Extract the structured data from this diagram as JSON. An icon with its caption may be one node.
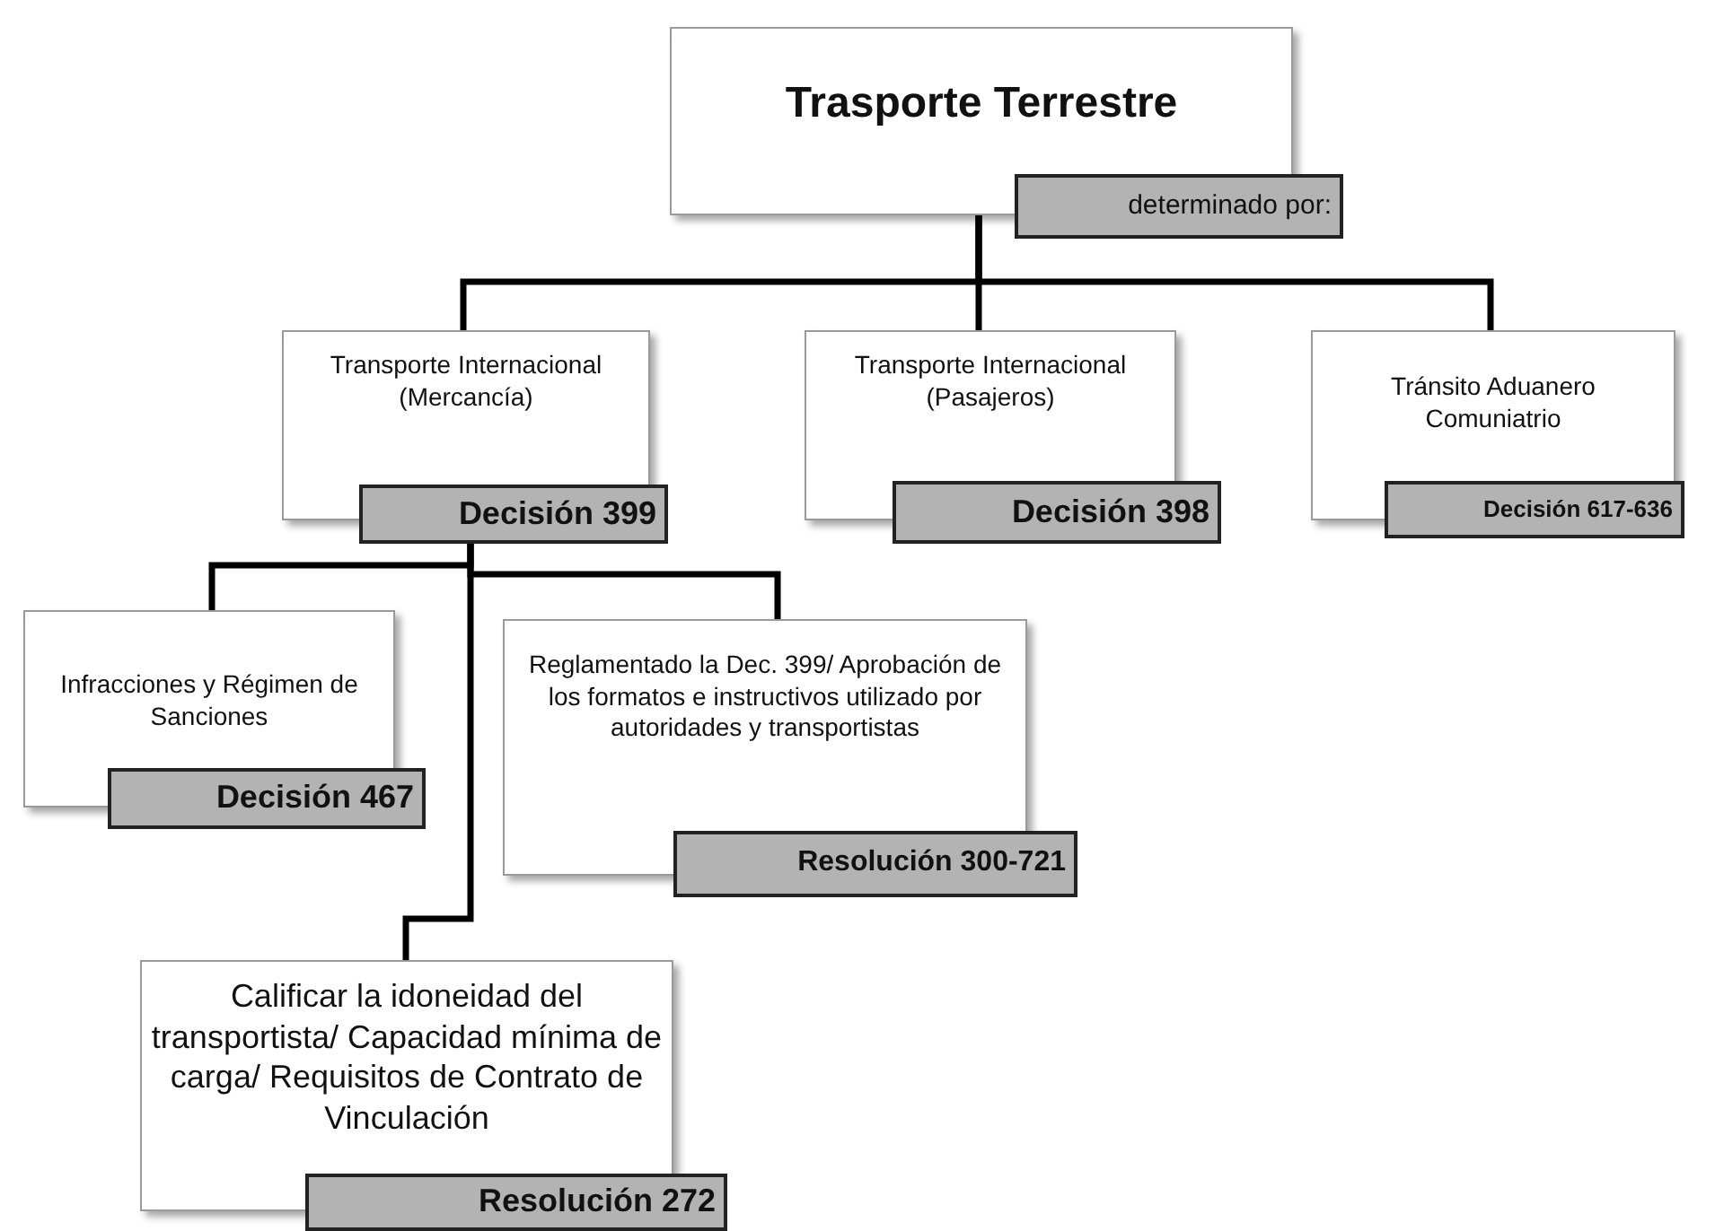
{
  "diagram": {
    "nodes": [
      {
        "text": [
          "Trasporte Terrestre",
          "determinado por:"
        ]
      },
      {
        "text": [
          "Transporte Internacional (Mercancía)",
          "Decisión 399"
        ]
      },
      {
        "text": [
          "Transporte Internacional (Pasajeros)",
          "Decisión 398"
        ]
      },
      {
        "text": [
          "Tránsito Aduanero Comuniatrio",
          "Decisión 617-636"
        ]
      },
      {
        "text": [
          "Infracciones y Régimen de Sanciones",
          "Decisión 467"
        ]
      },
      {
        "text": [
          "Reglamentado la Dec. 399/ Aprobación de los formatos e instructivos utilizado por autoridades y transportistas",
          "Resolución 300-721"
        ]
      },
      {
        "text": [
          "Calificar la idoneidad del transportista/ Capacidad mínima de carga/ Requisitos de Contrato de Vinculación",
          "Resolución 272"
        ]
      }
    ],
    "edges": [
      {
        "from": 0,
        "to": 1,
        "arrow": "none"
      },
      {
        "from": 0,
        "to": 2,
        "arrow": "none"
      },
      {
        "from": 0,
        "to": 3,
        "arrow": "none"
      },
      {
        "from": 1,
        "to": 4,
        "arrow": "none"
      },
      {
        "from": 1,
        "to": 5,
        "arrow": "none"
      },
      {
        "from": 1,
        "to": 6,
        "arrow": "none"
      }
    ]
  }
}
